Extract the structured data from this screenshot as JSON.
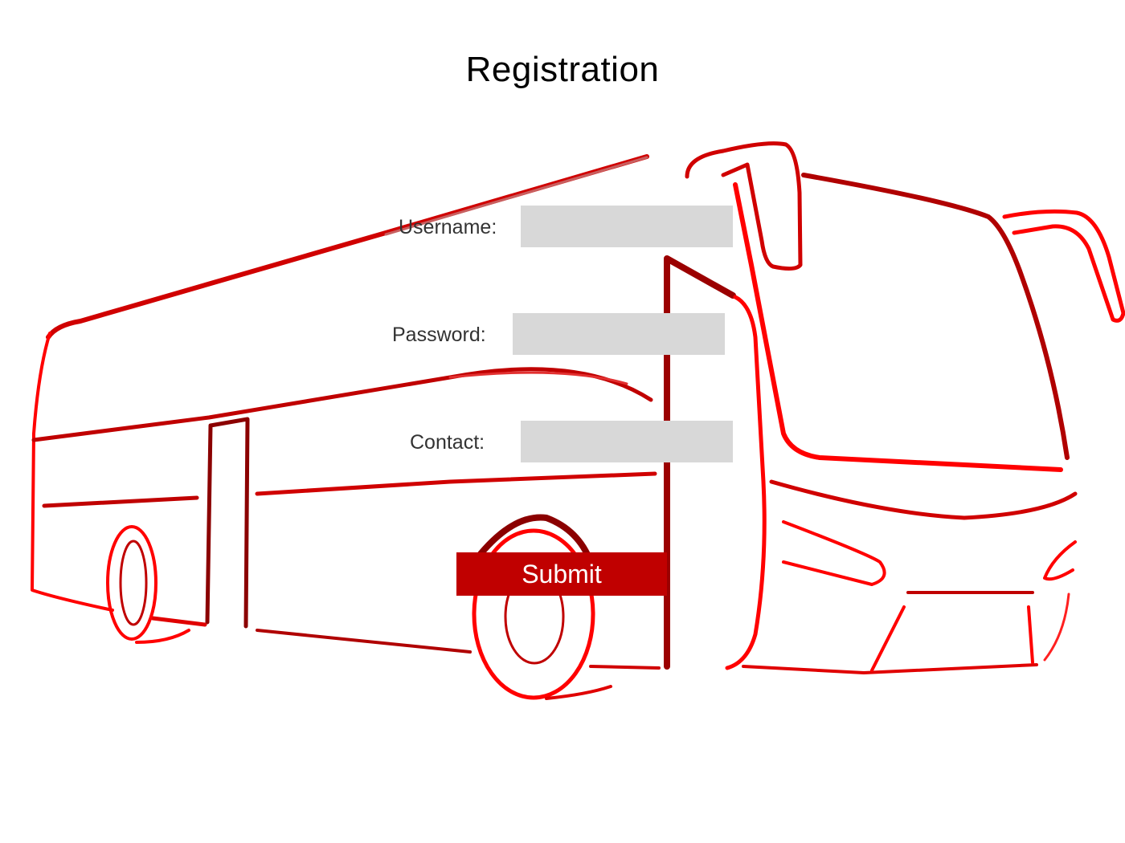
{
  "page": {
    "title": "Registration"
  },
  "form": {
    "username": {
      "label": "Username:",
      "value": "",
      "placeholder": ""
    },
    "password": {
      "label": "Password:",
      "value": "",
      "placeholder": ""
    },
    "contact": {
      "label": "Contact:",
      "value": "",
      "placeholder": ""
    },
    "submit_label": "Submit"
  },
  "theme": {
    "accent": "#c00000",
    "illustration_color": "#e60000",
    "illustration_dark": "#8b0000",
    "input_background": "#d8d8d8"
  },
  "background": {
    "icon": "bus-illustration-icon"
  }
}
